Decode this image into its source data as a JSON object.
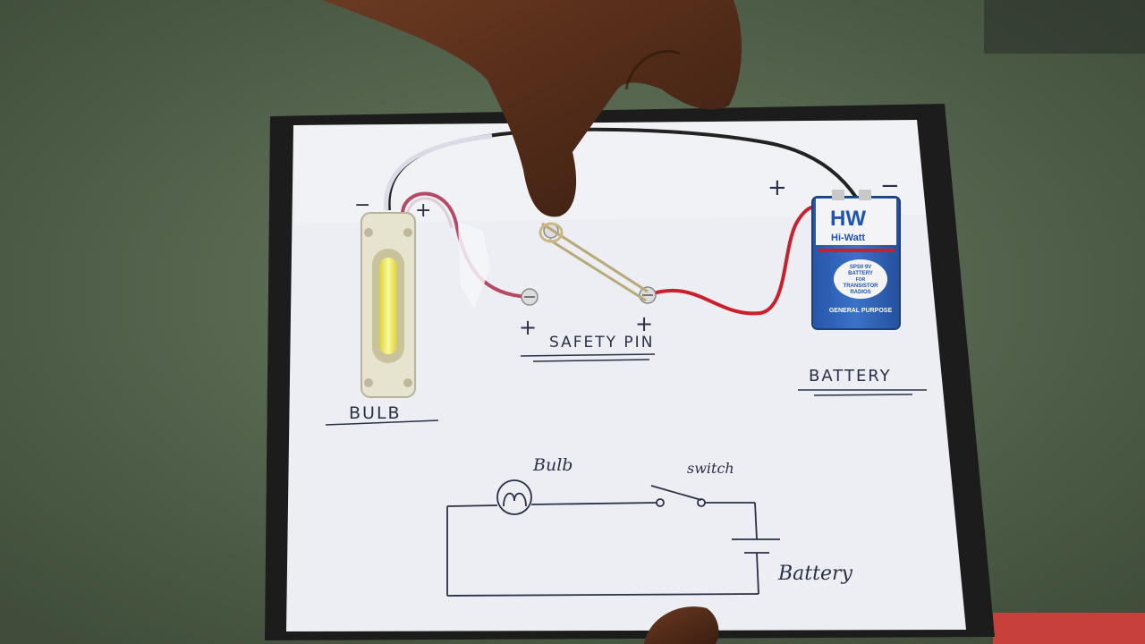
{
  "board": {
    "labels": {
      "bulb": "BULB",
      "safety_pin": "SAFETY PIN",
      "battery": "BATTERY"
    },
    "polarity": {
      "bulb_minus": "−",
      "bulb_plus": "+",
      "terminal_left_plus": "+",
      "terminal_right_plus": "+",
      "battery_plus": "+",
      "battery_minus": "−"
    },
    "battery_print": {
      "brand": "HW",
      "brand_name": "Hi-Watt",
      "line1": "SPS0 9V",
      "line2": "BATTERY",
      "line3": "FOR",
      "line4": "TRANSISTOR",
      "line5": "RADIOS",
      "purpose": "GENERAL PURPOSE"
    }
  },
  "schematic": {
    "bulb_label": "Bulb",
    "switch_label": "switch",
    "battery_label": "Battery"
  },
  "colors": {
    "floor": "#55654d",
    "paper": "#eceef3",
    "board_frame": "#1c1c1c",
    "ink": "#2a3046",
    "red_wire": "#c8202c",
    "black_wire": "#222222",
    "battery_blue": "#2f62b5",
    "led_yellow": "#f2f06a"
  }
}
